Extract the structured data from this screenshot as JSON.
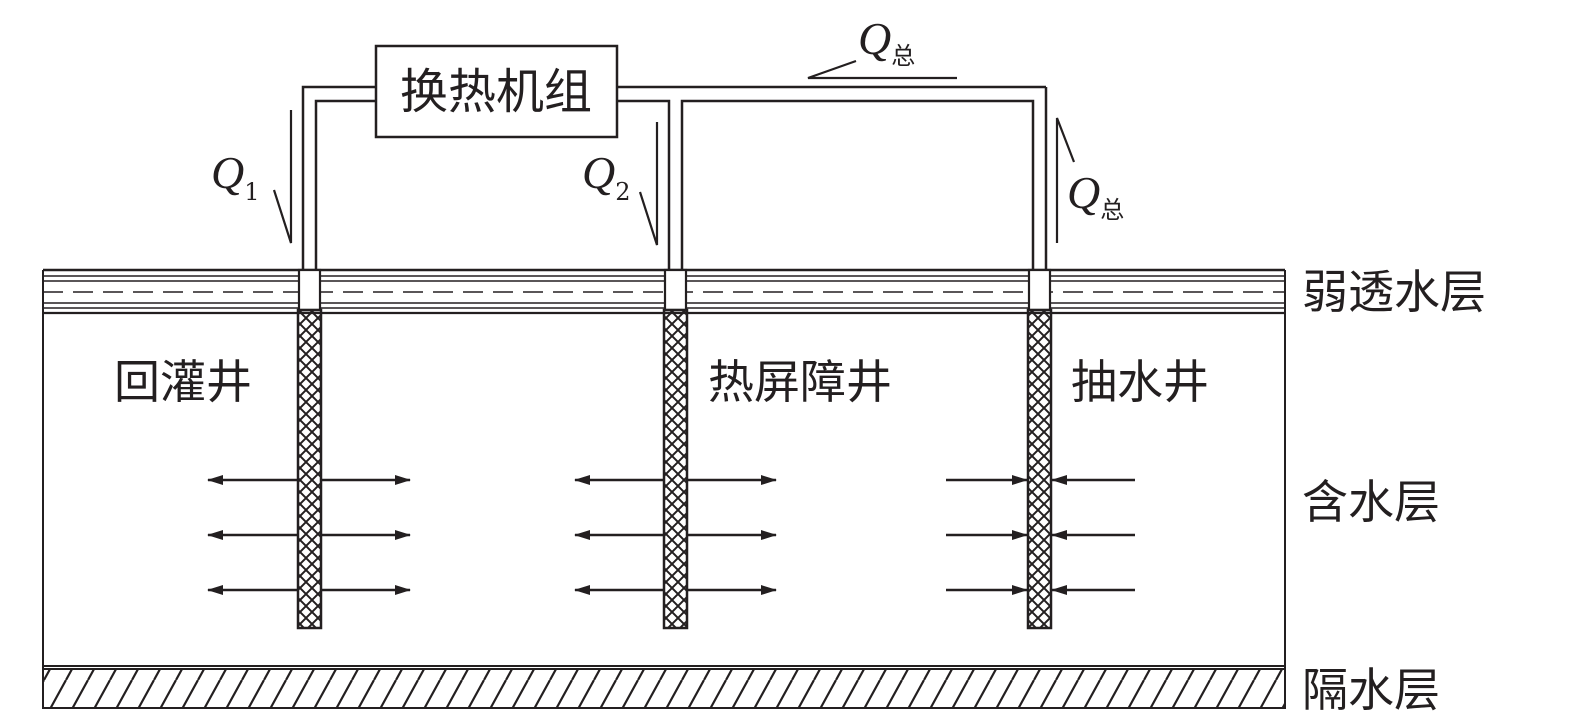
{
  "diagram": {
    "unit_label": "换热机组",
    "layers": {
      "aquitard": "弱透水层",
      "aquifer": "含水层",
      "aquiclude": "隔水层"
    },
    "wells": {
      "recharge": "回灌井",
      "barrier": "热屏障井",
      "pumping": "抽水井"
    },
    "flows": {
      "symbol": "Q",
      "q1_sub": "1",
      "q2_sub": "2",
      "total_sub": "总"
    },
    "colors": {
      "line": "#231f20",
      "background": "#ffffff"
    }
  }
}
